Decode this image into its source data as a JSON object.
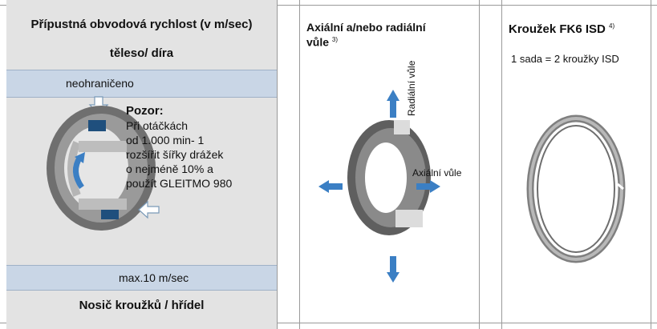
{
  "panel1": {
    "title": "Přípustná obvodová rychlost (v m/sec)",
    "subtitle": "těleso/ díra",
    "top_band_label": "neohraničeno",
    "note_heading": "Pozor:",
    "note_lines": [
      "Při otáčkách",
      "od 1.000 min- 1",
      "rozšířit šířky drážek",
      "o nejméně 10% a",
      "použít GLEITMO 980"
    ],
    "bottom_band_label": "max.10 m/sec",
    "footer": "Nosič kroužků / hřídel"
  },
  "panel2": {
    "title_line1": "Axiální a/nebo radiální",
    "title_line2": "vůle",
    "footnote": "3)",
    "radial_label": "Radiální  vůle",
    "axial_label": "Axiální vůle"
  },
  "panel3": {
    "title": "Kroužek FK6 ISD",
    "footnote": "4)",
    "subtitle": "1 sada = 2 kroužky ISD"
  },
  "colors": {
    "band": "#c9d6e6",
    "panel_bg": "#e3e3e3",
    "arrow_blue": "#3b7fc4",
    "ring_gray": "#8c8c8c"
  }
}
